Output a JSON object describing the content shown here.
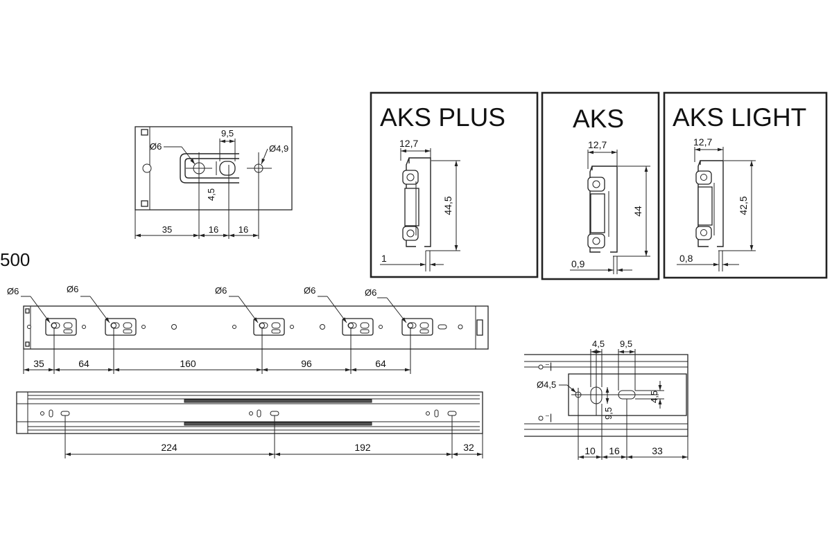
{
  "panels": {
    "plus": {
      "title": "AKS PLUS",
      "width": "12,7",
      "height": "44,5",
      "thickness": "1"
    },
    "std": {
      "title": "AKS",
      "width": "12,7",
      "height": "44",
      "thickness": "0,9"
    },
    "light": {
      "title": "AKS LIGHT",
      "width": "12,7",
      "height": "42,5",
      "thickness": "0,8"
    }
  },
  "bracket": {
    "dims": [
      "35",
      "16",
      "16"
    ],
    "top_dim": "9,5",
    "vert_dim": "4,5",
    "hole_big": "Ø6",
    "hole_small": "Ø4,9"
  },
  "slide_length_label": "500",
  "rail_top": {
    "hole_labels": [
      "Ø6",
      "Ø6",
      "Ø6",
      "Ø6",
      "Ø6"
    ],
    "dims": [
      "35",
      "64",
      "160",
      "96",
      "64"
    ]
  },
  "rail_bottom": {
    "dims": [
      "224",
      "192",
      "32"
    ]
  },
  "detail": {
    "top_dims": [
      "4,5",
      "9,5"
    ],
    "hole_label": "Ø4,5",
    "vert_dims": [
      "9,5",
      "4,5"
    ],
    "bottom_dims": [
      "10",
      "16",
      "33"
    ]
  }
}
